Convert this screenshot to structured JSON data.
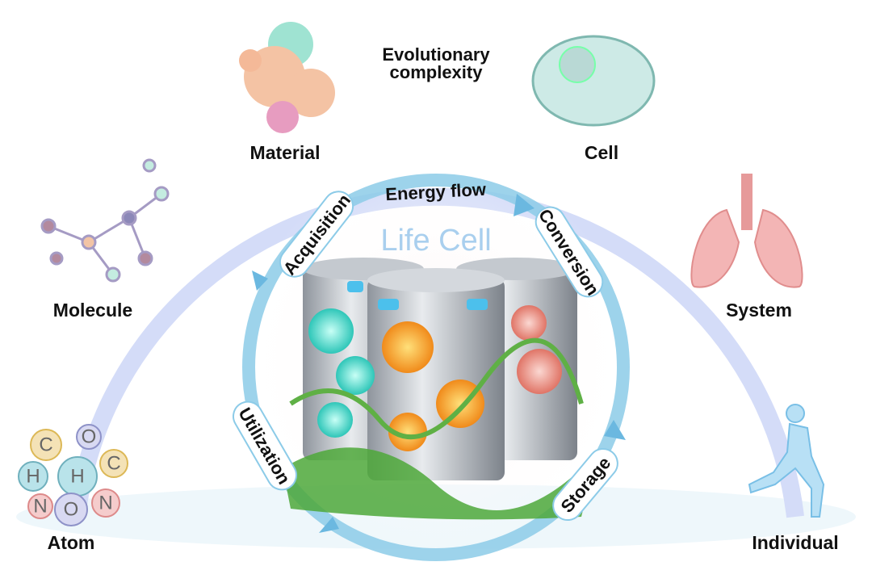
{
  "outer_cycle": {
    "title_line1": "Evolutionary",
    "title_line2": "complexity",
    "stages": [
      "Atom",
      "Molecule",
      "Material",
      "Cell",
      "System",
      "Individual"
    ]
  },
  "inner_cycle": {
    "title": "Energy flow",
    "center_label": "Life Cell",
    "steps": [
      "Acquisition",
      "Conversion",
      "Storage",
      "Utilization"
    ]
  },
  "atoms": [
    "C",
    "O",
    "H",
    "H",
    "C",
    "N",
    "O",
    "N"
  ],
  "colors": {
    "arc": "#d4dcf8",
    "inner_ring": "#8ccbe8",
    "center_label": "#a9cfee"
  }
}
